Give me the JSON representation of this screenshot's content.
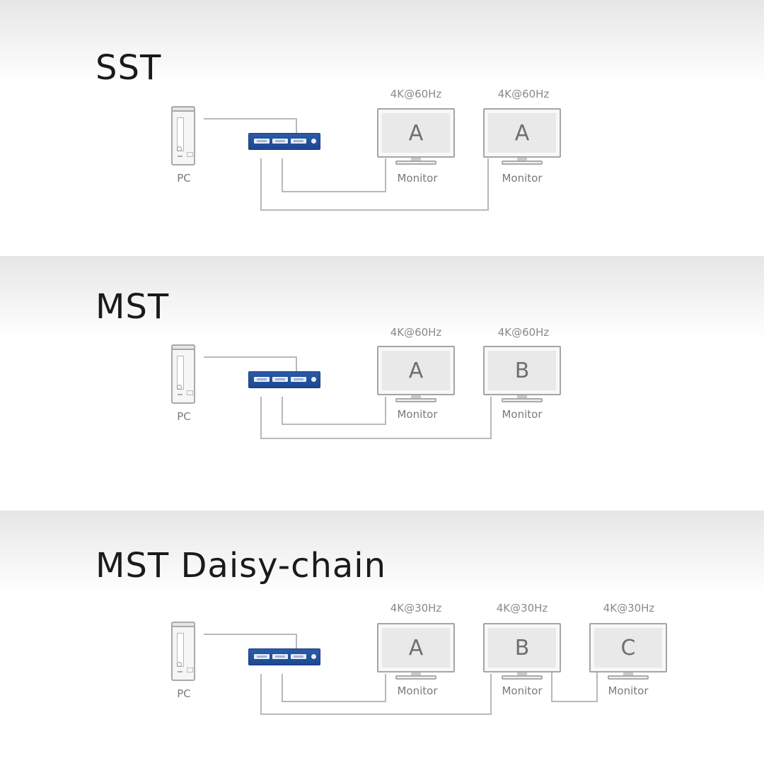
{
  "sections": [
    {
      "title": "SST",
      "pc_label": "PC",
      "monitors": [
        {
          "resolution": "4K@60Hz",
          "letter": "A",
          "label": "Monitor"
        },
        {
          "resolution": "4K@60Hz",
          "letter": "A",
          "label": "Monitor"
        }
      ]
    },
    {
      "title": "MST",
      "pc_label": "PC",
      "monitors": [
        {
          "resolution": "4K@60Hz",
          "letter": "A",
          "label": "Monitor"
        },
        {
          "resolution": "4K@60Hz",
          "letter": "B",
          "label": "Monitor"
        }
      ]
    },
    {
      "title": "MST Daisy-chain",
      "pc_label": "PC",
      "monitors": [
        {
          "resolution": "4K@30Hz",
          "letter": "A",
          "label": "Monitor"
        },
        {
          "resolution": "4K@30Hz",
          "letter": "B",
          "label": "Monitor"
        },
        {
          "resolution": "4K@30Hz",
          "letter": "C",
          "label": "Monitor"
        }
      ]
    }
  ],
  "colors": {
    "hub": "#1d4892",
    "wire": "#b9b9b9"
  }
}
